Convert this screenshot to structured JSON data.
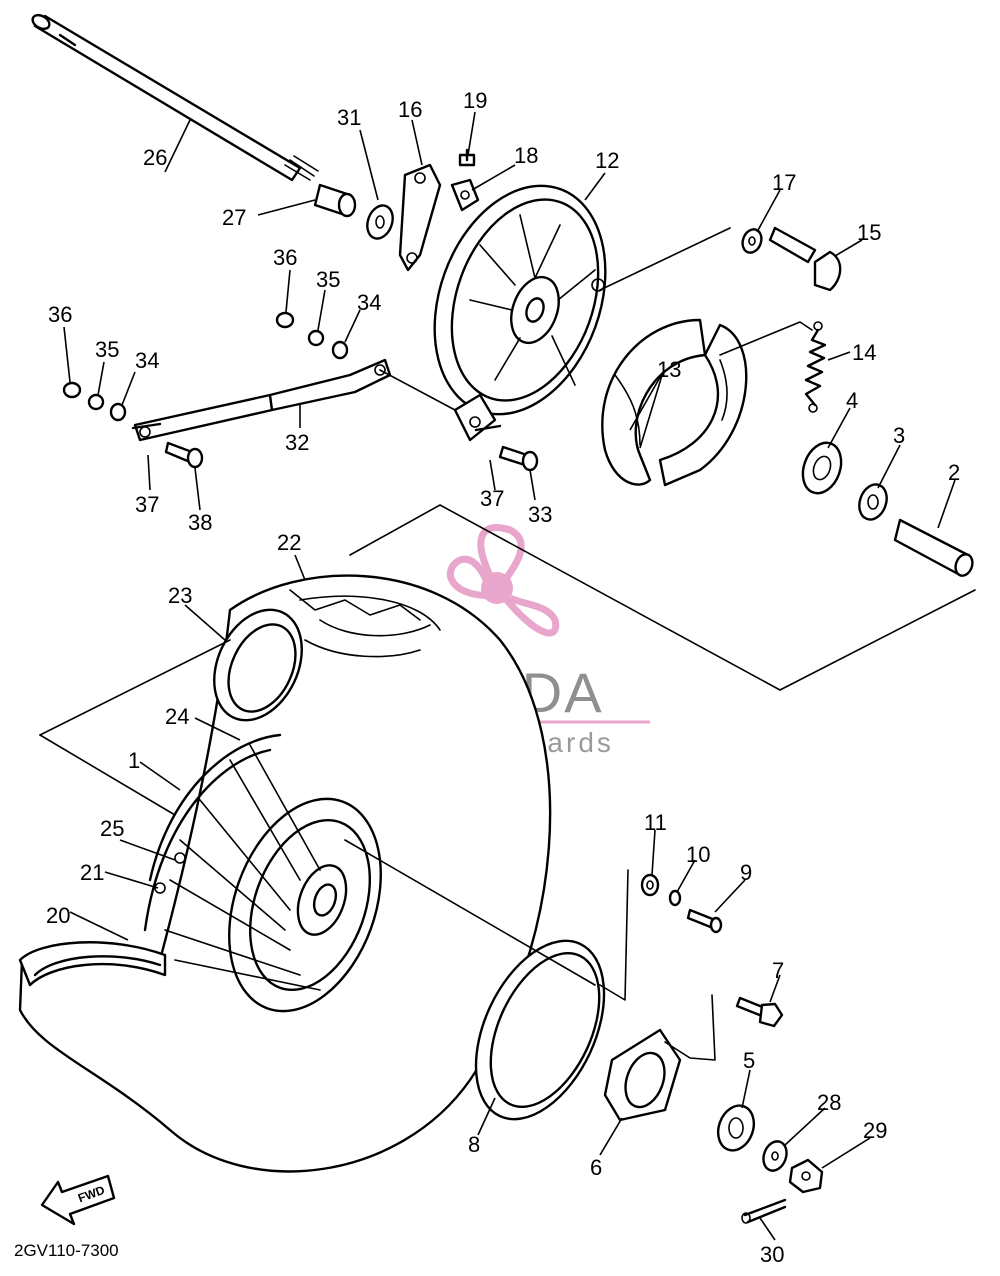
{
  "diagram": {
    "code": "2GV110-7300",
    "fwd_label": "FWD",
    "watermark": {
      "title": "ARMADA",
      "subtitle": "marine outboards",
      "accent": "#e9a6cc",
      "text_color": "#8f8f8f"
    },
    "callouts": {
      "c1": "1",
      "c2": "2",
      "c3": "3",
      "c4": "4",
      "c5": "5",
      "c6": "6",
      "c7": "7",
      "c8": "8",
      "c9": "9",
      "c10": "10",
      "c11": "11",
      "c12": "12",
      "c13": "13",
      "c14": "14",
      "c15": "15",
      "c16": "16",
      "c17": "17",
      "c18": "18",
      "c19": "19",
      "c20": "20",
      "c21": "21",
      "c22": "22",
      "c23": "23",
      "c24": "24",
      "c25": "25",
      "c26": "26",
      "c27": "27",
      "c28": "28",
      "c29": "29",
      "c30": "30",
      "c31": "31",
      "c32": "32",
      "c33": "33",
      "c34a": "34",
      "c34b": "34",
      "c35a": "35",
      "c35b": "35",
      "c36a": "36",
      "c36b": "36",
      "c37a": "37",
      "c37b": "37",
      "c38": "38"
    }
  }
}
